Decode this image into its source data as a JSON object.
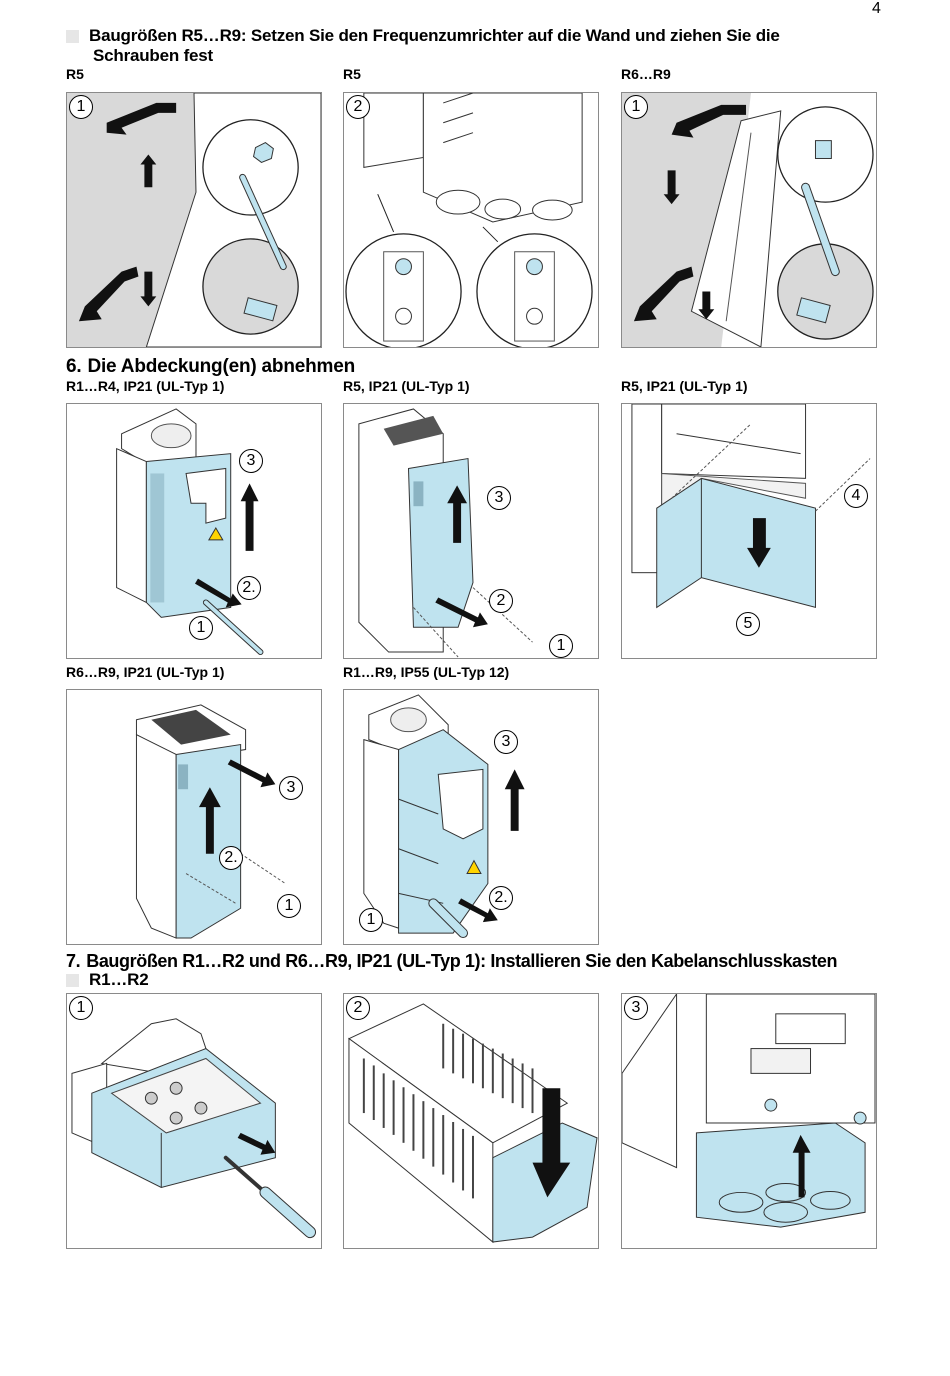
{
  "page_number": "4",
  "colors": {
    "cover_blue": "#bfe3ef",
    "wall_gray": "#d9d9d9",
    "frame_gray": "#8a8a8a",
    "bullet_gray": "#e6e6e6"
  },
  "section_mount": {
    "heading_line1": "Baugrößen R5…R9: Setzen Sie den Frequenzumrichter auf die Wand und ziehen Sie die",
    "heading_line2": "Schrauben fest",
    "panels": [
      {
        "caption": "R5",
        "callouts": [
          "1"
        ],
        "icon": "wall-mount-screwdriver-illustration"
      },
      {
        "caption": "R5",
        "callouts": [
          "2"
        ],
        "icon": "mount-bracket-screws-illustration"
      },
      {
        "caption": "R6…R9",
        "callouts": [
          "1"
        ],
        "icon": "wall-mount-wrench-illustration"
      }
    ]
  },
  "section_6": {
    "number": "6.",
    "title": "Die Abdeckung(en) abnehmen",
    "panels": [
      {
        "caption": "R1…R4, IP21 (UL-Typ 1)",
        "callouts": [
          "3",
          "2.",
          "1"
        ],
        "icon": "cover-removal-r1-r4-illustration"
      },
      {
        "caption": "R5, IP21 (UL-Typ 1)",
        "callouts": [
          "3",
          "2",
          "1"
        ],
        "icon": "cover-removal-r5-front-illustration"
      },
      {
        "caption": "R5, IP21 (UL-Typ 1)",
        "callouts": [
          "4",
          "5"
        ],
        "icon": "cover-removal-r5-bottom-illustration"
      },
      {
        "caption": "R6…R9, IP21 (UL-Typ 1)",
        "callouts": [
          "3",
          "2.",
          "1"
        ],
        "icon": "cover-removal-r6-r9-illustration"
      },
      {
        "caption": "R1…R9, IP55 (UL-Typ 12)",
        "callouts": [
          "3",
          "2.",
          "1"
        ],
        "icon": "cover-removal-ip55-illustration"
      }
    ]
  },
  "section_7": {
    "number": "7.",
    "title": "Baugrößen R1…R2 und R6…R9, IP21 (UL-Typ 1): Installieren Sie den Kabelanschlusskasten",
    "sub_heading": "R1…R2",
    "panels": [
      {
        "callouts": [
          "1"
        ],
        "icon": "cable-box-removal-illustration"
      },
      {
        "callouts": [
          "2"
        ],
        "icon": "cable-box-insert-illustration"
      },
      {
        "callouts": [
          "3"
        ],
        "icon": "cable-box-fasten-illustration"
      }
    ]
  }
}
